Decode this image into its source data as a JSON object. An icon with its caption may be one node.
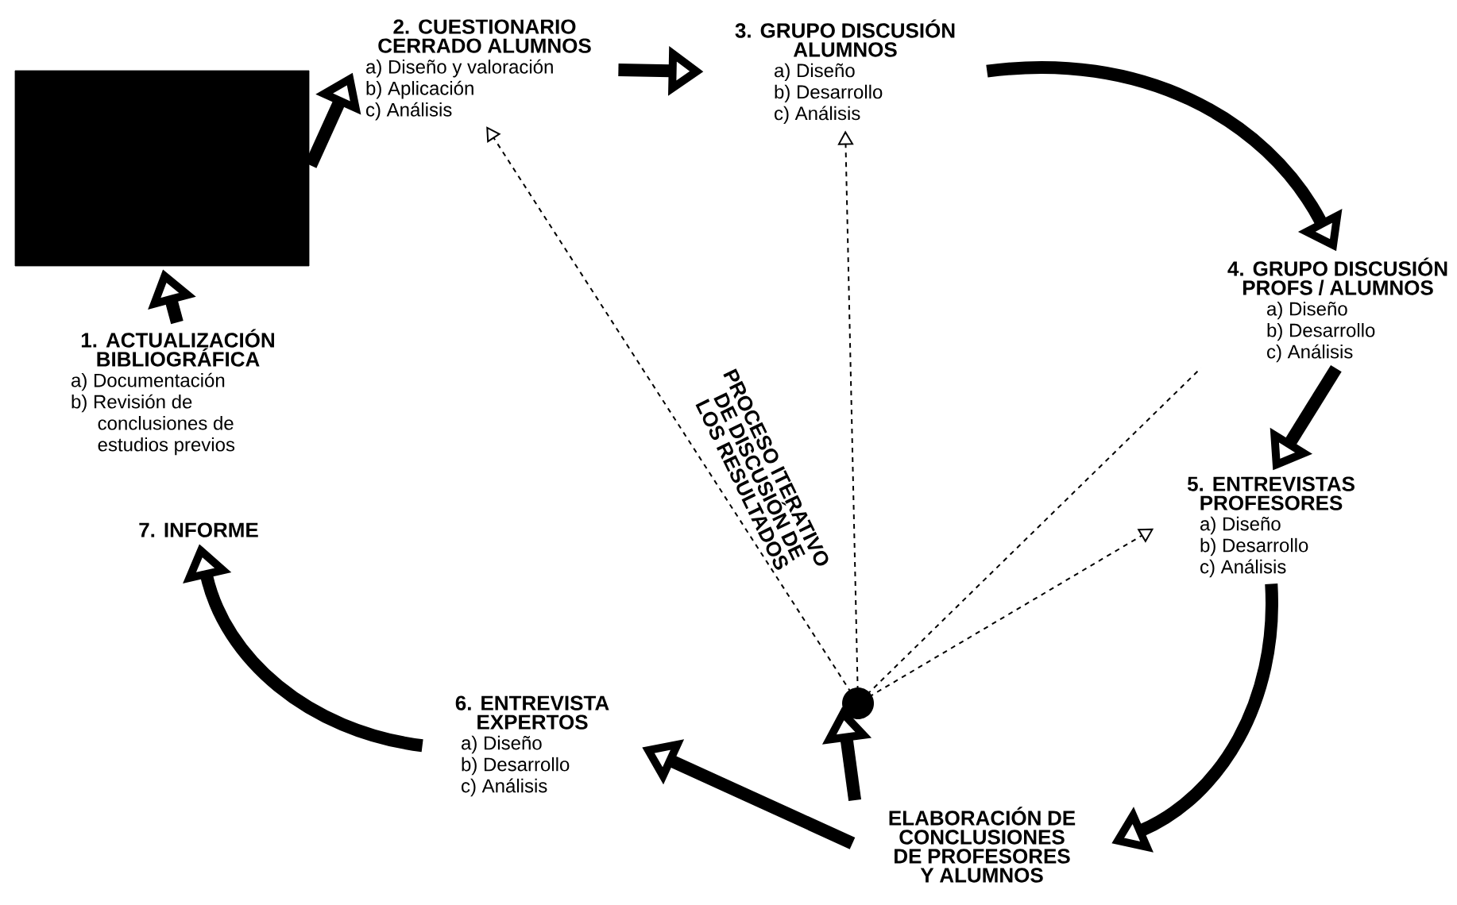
{
  "diagram": {
    "nodes": [
      {
        "text": [],
        "shape": "box"
      },
      {
        "text": [
          "1. ACTUALIZACIÓN BIBLIOGRÁFICA",
          "a) Documentación",
          "b) Revisión de conclusiones de estudios previos"
        ]
      },
      {
        "text": [
          "2. CUESTIONARIO CERRADO ALUMNOS",
          "a) Diseño y valoración",
          "b) Aplicación",
          "c) Análisis"
        ]
      },
      {
        "text": [
          "3. GRUPO DISCUSIÓN ALUMNOS",
          "a) Diseño",
          "b) Desarrollo",
          "c) Análisis"
        ]
      },
      {
        "text": [
          "4. GRUPO DISCUSIÓN PROFS / ALUMNOS",
          "a) Diseño",
          "b) Desarrollo",
          "c) Análisis"
        ]
      },
      {
        "text": [
          "5. ENTREVISTAS PROFESORES",
          "a) Diseño",
          "b) Desarrollo",
          "c) Análisis"
        ]
      },
      {
        "text": [
          "ELABORACIÓN DE CONCLUSIONES DE PROFESORES Y ALUMNOS"
        ]
      },
      {
        "text": [],
        "shape": "circle"
      },
      {
        "text": [
          "6. ENTREVISTA EXPERTOS",
          "a) Diseño",
          "b) Desarrollo",
          "c) Análisis"
        ]
      },
      {
        "text": [
          "7. INFORME"
        ]
      }
    ],
    "edges": [
      {
        "from": 1,
        "to": 0,
        "arrow": "to"
      },
      {
        "from": 0,
        "to": 2,
        "arrow": "to"
      },
      {
        "from": 2,
        "to": 3,
        "arrow": "to"
      },
      {
        "from": 3,
        "to": 4,
        "arrow": "to"
      },
      {
        "from": 4,
        "to": 5,
        "arrow": "to"
      },
      {
        "from": 5,
        "to": 6,
        "arrow": "to"
      },
      {
        "from": 6,
        "to": 8,
        "arrow": "to"
      },
      {
        "from": 8,
        "to": 9,
        "arrow": "to"
      },
      {
        "from": 6,
        "to": 7,
        "arrow": "to"
      },
      {
        "from": 7,
        "to": 2,
        "arrow": "to",
        "style": "dashed"
      },
      {
        "from": 7,
        "to": 3,
        "arrow": "to",
        "style": "dashed"
      },
      {
        "from": 7,
        "to": 4,
        "arrow": "none",
        "style": "dashed"
      },
      {
        "from": 7,
        "to": 5,
        "arrow": "to",
        "style": "dashed"
      }
    ],
    "labels": [
      "PROCESO ITERATIVO DE DISCUSIÓN DE LOS RESULTADOS"
    ]
  }
}
